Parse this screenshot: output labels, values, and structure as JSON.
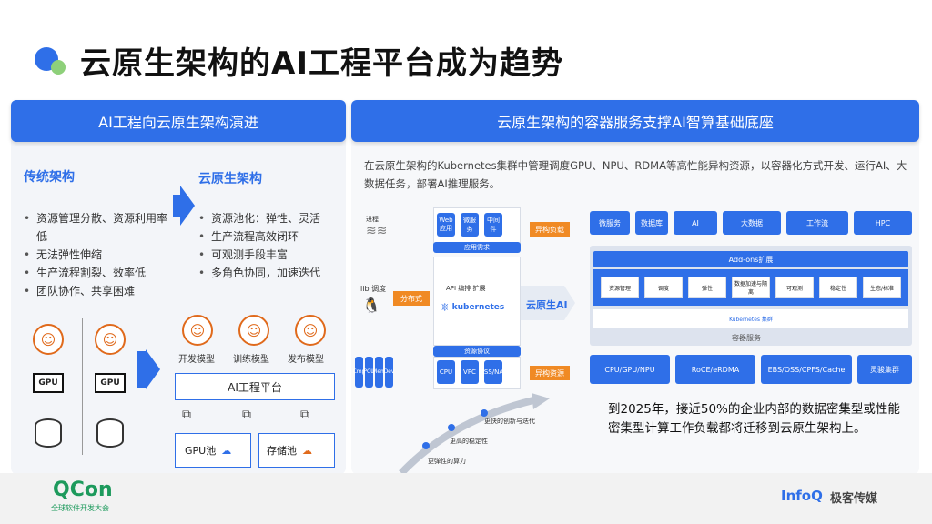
{
  "title": "云原生架构的AI工程平台成为趋势",
  "left": {
    "header": "AI工程向云原生架构演进",
    "traditional": {
      "heading": "传统架构",
      "bullets": [
        "资源管理分散、资源利用率低",
        "无法弹性伸缩",
        "生产流程割裂、效率低",
        "团队协作、共享困难"
      ]
    },
    "cloud": {
      "heading": "云原生架构",
      "bullets": [
        "资源池化：弹性、灵活",
        "生产流程高效闭环",
        "可观测手段丰富",
        "多角色协同，加速迭代"
      ]
    },
    "gpu_label": "GPU",
    "roles": [
      "开发模型",
      "训练模型",
      "发布模型"
    ],
    "platform": "AI工程平台",
    "gpu_pool": "GPU池",
    "storage_pool": "存储池"
  },
  "right": {
    "header": "云原生架构的容器服务支撑AI智算基础底座",
    "desc": "在云原生架构的Kubernetes集群中管理调度GPU、NPU、RDMA等高性能异构资源，以容器化方式开发、运行AI、大数据任务，部署AI推理服务。",
    "diagram": {
      "process": "进程",
      "lib": "lib 调度",
      "distributed": "分布式",
      "apps": [
        "Web应用",
        "微服务",
        "中间件"
      ],
      "app_demand": "应用需求",
      "api": "API 编排 扩展",
      "kubernetes": "kubernetes",
      "res_protocol": "资源协议",
      "res_bottom": [
        "CPU",
        "VPC",
        "OSS/NAS"
      ],
      "cpu_small": [
        "Cmp",
        "PCU",
        "Mem",
        "Dev"
      ],
      "hetero_load": "异构负载",
      "cloud_ai": "云原生AI",
      "hetero_res": "异构资源",
      "top_row": [
        "微服务",
        "数据库",
        "AI",
        "大数据",
        "工作流",
        "HPC"
      ],
      "addons_title": "Add-ons扩展",
      "addons": [
        "资源管理",
        "调度",
        "弹性",
        "数据加速与隔离",
        "可观测",
        "稳定性",
        "生态/标准"
      ],
      "k8s_group": "Kubernetes 集群",
      "container_service": "容器服务",
      "bottom_row": [
        "CPU/GPU/NPU",
        "RoCE/eRDMA",
        "EBS/OSS/CPFS/Cache",
        "灵骏集群"
      ],
      "curve_labels": [
        "更快的创新与迭代",
        "更高的稳定性",
        "更弹性的算力"
      ]
    },
    "stat": "到2025年，接近50%的企业内部的数据密集型或性能密集型计算工作负载都将迁移到云原生架构上。"
  },
  "footer": {
    "qcon": "QCon",
    "qcon_sub": "全球软件开发大会",
    "infoq": "InfoQ",
    "infoq_cn": "极客传媒"
  },
  "colors": {
    "primary": "#2f6fe8",
    "accent": "#f08a24",
    "green": "#8ed07a"
  }
}
